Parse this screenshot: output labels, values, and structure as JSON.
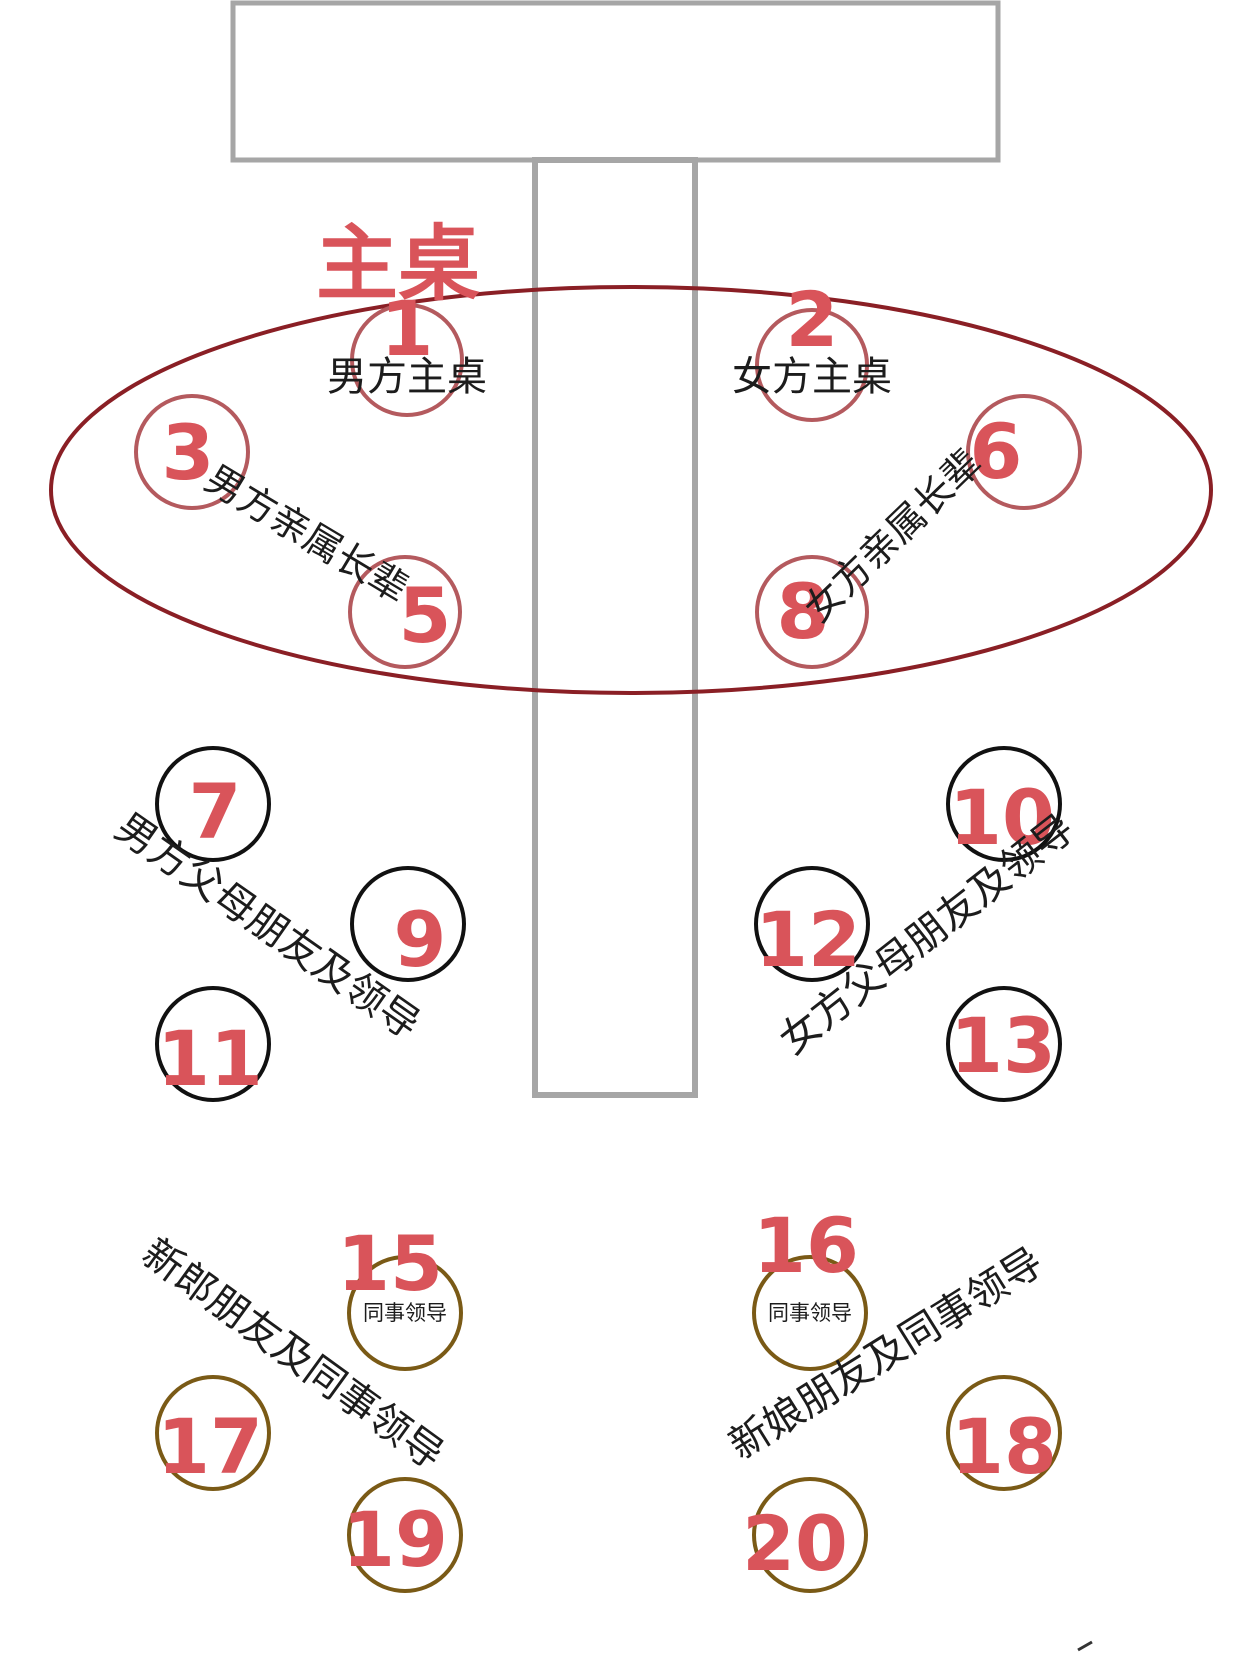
{
  "title": "主桌",
  "colors": {
    "table_stroke": "#a6a6a6",
    "ellipse_stroke": "#8a1f25",
    "number_fill": "#d9545a",
    "ring_main": "#b45a5e",
    "ring_black": "#111111",
    "ring_gold": "#7a5a16"
  },
  "tables": [
    {
      "id": "1",
      "ring": "main"
    },
    {
      "id": "2",
      "ring": "main"
    },
    {
      "id": "3",
      "ring": "main"
    },
    {
      "id": "5",
      "ring": "main"
    },
    {
      "id": "6",
      "ring": "main"
    },
    {
      "id": "8",
      "ring": "main"
    },
    {
      "id": "7",
      "ring": "black"
    },
    {
      "id": "9",
      "ring": "black"
    },
    {
      "id": "10",
      "ring": "black"
    },
    {
      "id": "11",
      "ring": "black"
    },
    {
      "id": "12",
      "ring": "black"
    },
    {
      "id": "13",
      "ring": "black"
    },
    {
      "id": "15",
      "ring": "gold",
      "inner_label": "同事领导"
    },
    {
      "id": "16",
      "ring": "gold",
      "inner_label": "同事领导"
    },
    {
      "id": "17",
      "ring": "gold"
    },
    {
      "id": "18",
      "ring": "gold"
    },
    {
      "id": "19",
      "ring": "gold"
    },
    {
      "id": "20",
      "ring": "gold"
    }
  ],
  "labels": {
    "groom_main": "男方主桌",
    "bride_main": "女方主桌",
    "groom_elders": "男方亲属长辈",
    "bride_elders": "女方亲属长辈",
    "groom_parents_friends": "男方父母朋友及领导",
    "bride_parents_friends": "女方父母朋友及领导",
    "groom_friends": "新郎朋友及同事领导",
    "bride_friends": "新娘朋友及同事领导"
  }
}
